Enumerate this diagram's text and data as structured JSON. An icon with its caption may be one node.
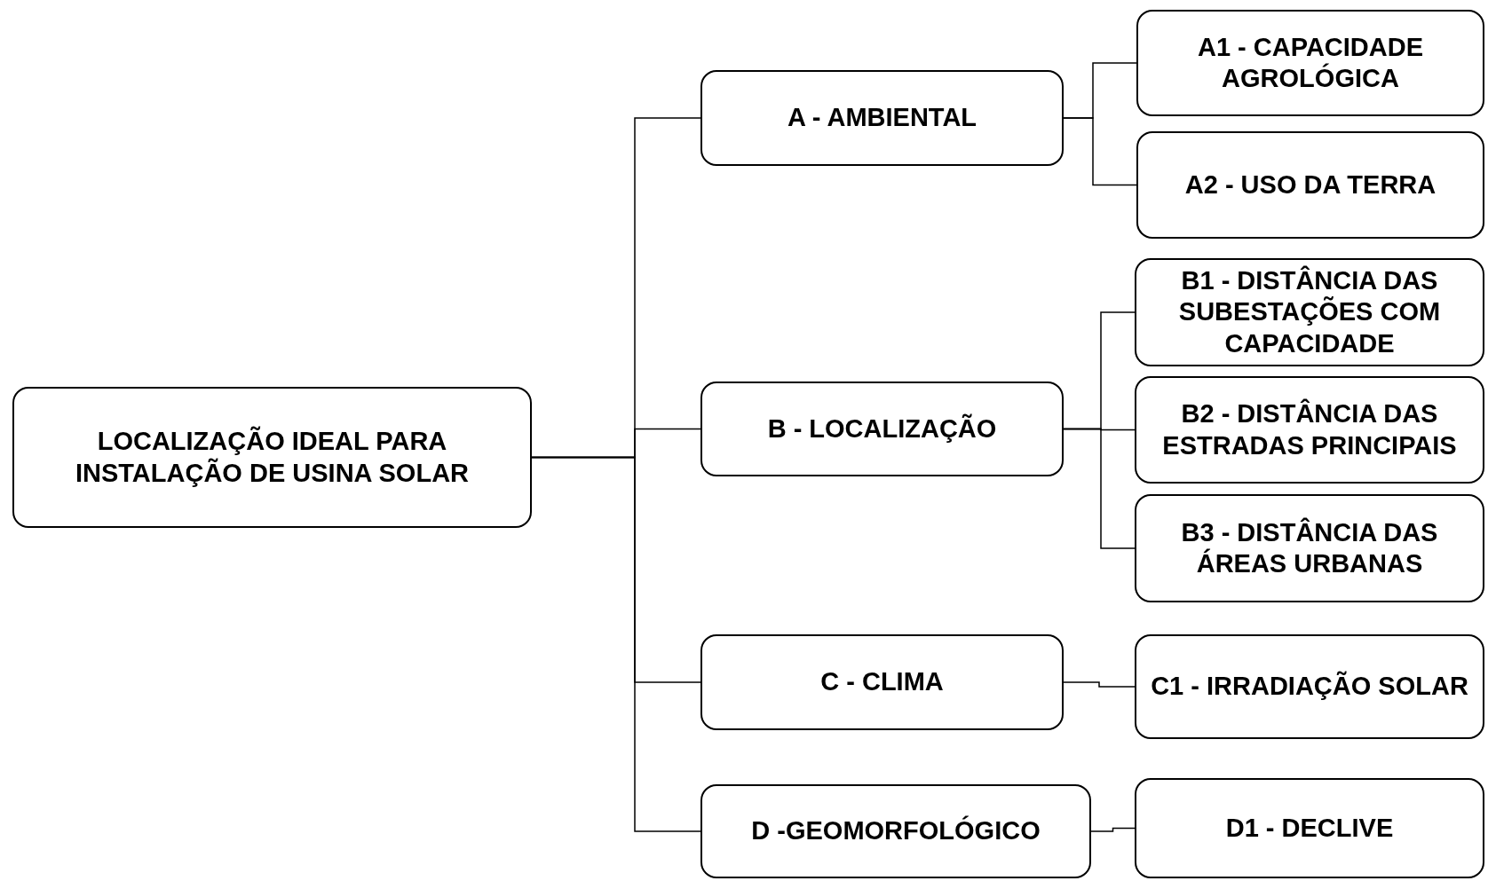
{
  "diagram": {
    "nodes": [
      {
        "text": [
          "LOCALIZAÇÃO IDEAL PARA INSTALAÇÃO DE USINA SOLAR"
        ]
      },
      {
        "text": [
          "A - AMBIENTAL"
        ]
      },
      {
        "text": [
          "A1 - CAPACIDADE AGROLÓGICA"
        ]
      },
      {
        "text": [
          "A2 - USO DA TERRA"
        ]
      },
      {
        "text": [
          "B - LOCALIZAÇÃO"
        ]
      },
      {
        "text": [
          "B1 - DISTÂNCIA DAS SUBESTAÇÕES COM CAPACIDADE"
        ]
      },
      {
        "text": [
          "B2 - DISTÂNCIA DAS ESTRADAS PRINCIPAIS"
        ]
      },
      {
        "text": [
          "B3 - DISTÂNCIA DAS ÁREAS URBANAS"
        ]
      },
      {
        "text": [
          "C - CLIMA"
        ]
      },
      {
        "text": [
          "C1 - IRRADIAÇÃO SOLAR"
        ]
      },
      {
        "text": [
          "D -GEOMORFOLÓGICO"
        ]
      },
      {
        "text": [
          "D1 - DECLIVE"
        ]
      }
    ],
    "edges": [
      {
        "from": 0,
        "to": 1,
        "arrow": "none"
      },
      {
        "from": 0,
        "to": 4,
        "arrow": "none"
      },
      {
        "from": 0,
        "to": 8,
        "arrow": "none"
      },
      {
        "from": 0,
        "to": 10,
        "arrow": "none"
      },
      {
        "from": 1,
        "to": 2,
        "arrow": "none"
      },
      {
        "from": 1,
        "to": 3,
        "arrow": "none"
      },
      {
        "from": 4,
        "to": 5,
        "arrow": "none"
      },
      {
        "from": 4,
        "to": 6,
        "arrow": "none"
      },
      {
        "from": 4,
        "to": 7,
        "arrow": "none"
      },
      {
        "from": 8,
        "to": 9,
        "arrow": "none"
      },
      {
        "from": 10,
        "to": 11,
        "arrow": "none"
      }
    ]
  }
}
